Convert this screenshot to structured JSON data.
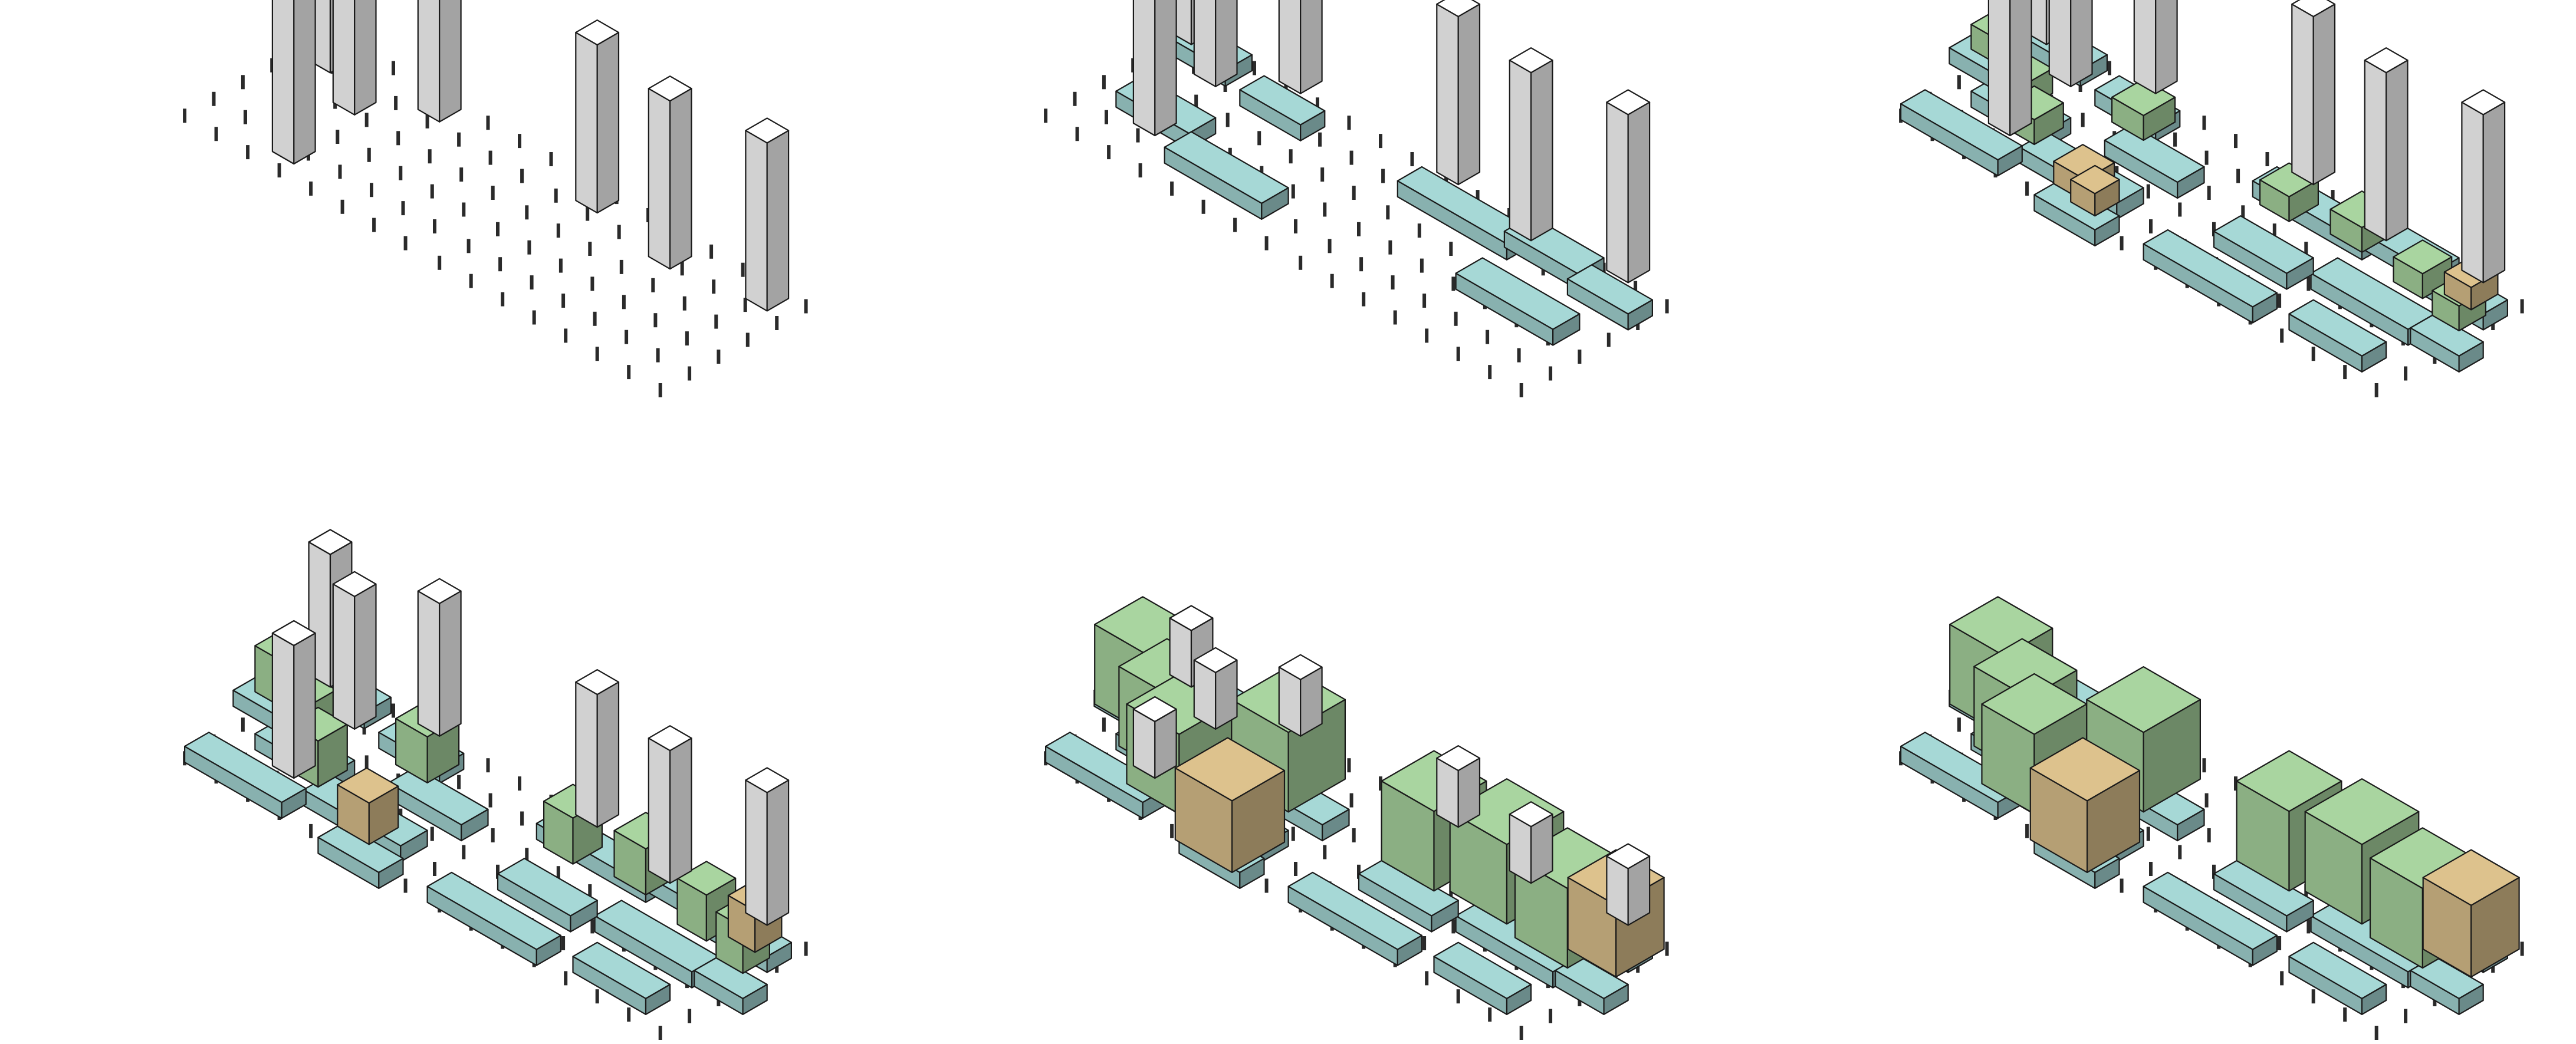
{
  "figure": {
    "kind": "isometric urban massing sequence",
    "panel_count": 6,
    "rows": 2,
    "columns": 3,
    "colors": {
      "tower": "#ffffff",
      "column": "#2a2a2a",
      "podium": "#a6d8d6",
      "green": "#a9d5a0",
      "tan": "#ddc28d",
      "outline": "#1a1a1a"
    },
    "panels": [
      {
        "index": 1,
        "podium_slabs": 0,
        "green_blocks": 0,
        "tan_blocks": 0,
        "towers": 7
      },
      {
        "index": 2,
        "podium_slabs": 8,
        "green_blocks": 0,
        "tan_blocks": 0,
        "towers": 7
      },
      {
        "index": 3,
        "podium_slabs": 16,
        "green_blocks": 8,
        "tan_blocks": 3,
        "towers": 7
      },
      {
        "index": 4,
        "podium_slabs": 16,
        "green_blocks": 8,
        "tan_blocks": 2,
        "towers": 7
      },
      {
        "index": 5,
        "podium_slabs": 16,
        "green_blocks": 7,
        "tan_blocks": 2,
        "towers": 7
      },
      {
        "index": 6,
        "podium_slabs": 16,
        "green_blocks": 7,
        "tan_blocks": 2,
        "towers": 0
      }
    ]
  }
}
